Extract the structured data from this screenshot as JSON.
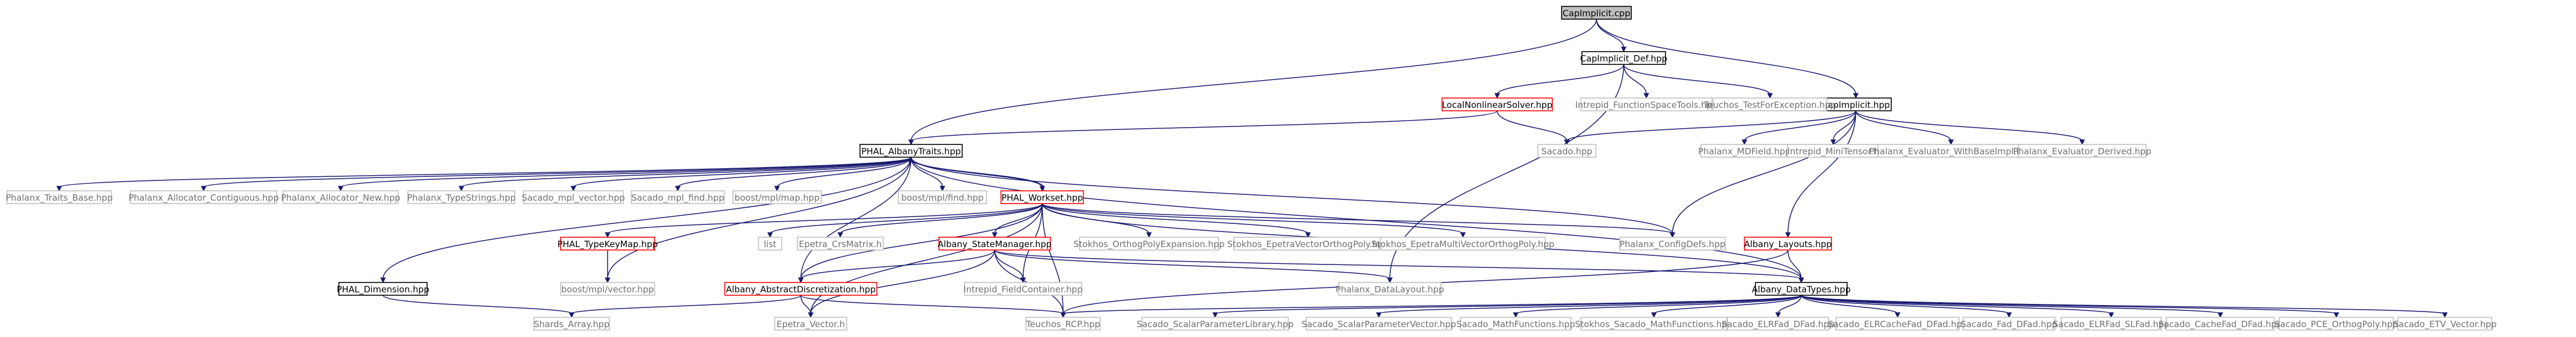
{
  "colors": {
    "edge": "#191970",
    "root_fill": "#bfbfbf",
    "root_border": "#000000",
    "documented_border": "#000000",
    "truncated_border": "#ff0000",
    "external_border": "#bfbfbf",
    "text": "#000000",
    "external_text": "#707070"
  },
  "nodes": {
    "capimplicit_cpp": {
      "label": "CapImplicit.cpp",
      "kind": "root"
    },
    "capimplicit_def_hpp": {
      "label": "CapImplicit_Def.hpp",
      "kind": "documented"
    },
    "capimplicit_hpp": {
      "label": "CapImplicit.hpp",
      "kind": "documented"
    },
    "localnonlinearsolver_hpp": {
      "label": "LocalNonlinearSolver.hpp",
      "kind": "truncated"
    },
    "intrepid_functionspacetools_hpp": {
      "label": "Intrepid_FunctionSpaceTools.hpp",
      "kind": "external"
    },
    "teuchos_testforexception_hpp": {
      "label": "Teuchos_TestForException.hpp",
      "kind": "external"
    },
    "phal_albanytraits_hpp": {
      "label": "PHAL_AlbanyTraits.hpp",
      "kind": "documented"
    },
    "sacado_hpp": {
      "label": "Sacado.hpp",
      "kind": "external"
    },
    "phalanx_mdfield_hpp": {
      "label": "Phalanx_MDField.hpp",
      "kind": "external"
    },
    "intrepid_minitensor_h": {
      "label": "Intrepid_MiniTensor.h",
      "kind": "external"
    },
    "phalanx_evaluator_withbaseimpl_hpp": {
      "label": "Phalanx_Evaluator_WithBaseImpl.hpp",
      "kind": "external"
    },
    "phalanx_evaluator_derived_hpp": {
      "label": "Phalanx_Evaluator_Derived.hpp",
      "kind": "external"
    },
    "phalanx_traits_base_hpp": {
      "label": "Phalanx_Traits_Base.hpp",
      "kind": "external"
    },
    "phalanx_allocator_contiguous_hpp": {
      "label": "Phalanx_Allocator_Contiguous.hpp",
      "kind": "external"
    },
    "phalanx_allocator_new_hpp": {
      "label": "Phalanx_Allocator_New.hpp",
      "kind": "external"
    },
    "phalanx_typestrings_hpp": {
      "label": "Phalanx_TypeStrings.hpp",
      "kind": "external"
    },
    "sacado_mpl_vector_hpp": {
      "label": "Sacado_mpl_vector.hpp",
      "kind": "external"
    },
    "sacado_mpl_find_hpp": {
      "label": "Sacado_mpl_find.hpp",
      "kind": "external"
    },
    "boost_mpl_map_hpp": {
      "label": "boost/mpl/map.hpp",
      "kind": "external"
    },
    "boost_mpl_find_hpp": {
      "label": "boost/mpl/find.hpp",
      "kind": "external"
    },
    "phal_workset_hpp": {
      "label": "PHAL_Workset.hpp",
      "kind": "truncated"
    },
    "phalanx_configdefs_hpp": {
      "label": "Phalanx_ConfigDefs.hpp",
      "kind": "external"
    },
    "albany_layouts_hpp": {
      "label": "Albany_Layouts.hpp",
      "kind": "truncated"
    },
    "phal_typekeymap_hpp": {
      "label": "PHAL_TypeKeyMap.hpp",
      "kind": "truncated"
    },
    "list": {
      "label": "list",
      "kind": "external"
    },
    "epetra_crsmatrix_h": {
      "label": "Epetra_CrsMatrix.h",
      "kind": "external"
    },
    "albany_statemanager_hpp": {
      "label": "Albany_StateManager.hpp",
      "kind": "truncated"
    },
    "stokhos_orthogpolyexpansion_hpp": {
      "label": "Stokhos_OrthogPolyExpansion.hpp",
      "kind": "external"
    },
    "stokhos_epetravectororthogpoly_hpp": {
      "label": "Stokhos_EpetraVectorOrthogPoly.hpp",
      "kind": "external"
    },
    "stokhos_epetramultivectororthogpoly_hpp": {
      "label": "Stokhos_EpetraMultiVectorOrthogPoly.hpp",
      "kind": "external"
    },
    "boost_mpl_vector_hpp": {
      "label": "boost/mpl/vector.hpp",
      "kind": "external"
    },
    "phal_dimension_hpp": {
      "label": "PHAL_Dimension.hpp",
      "kind": "documented"
    },
    "albany_abstractdiscretization_hpp": {
      "label": "Albany_AbstractDiscretization.hpp",
      "kind": "truncated"
    },
    "intrepid_fieldcontainer_hpp": {
      "label": "Intrepid_FieldContainer.hpp",
      "kind": "external"
    },
    "phalanx_datalayout_hpp": {
      "label": "Phalanx_DataLayout.hpp",
      "kind": "external"
    },
    "albany_datatypes_hpp": {
      "label": "Albany_DataTypes.hpp",
      "kind": "documented"
    },
    "shards_array_hpp": {
      "label": "Shards_Array.hpp",
      "kind": "external"
    },
    "epetra_vector_h": {
      "label": "Epetra_Vector.h",
      "kind": "external"
    },
    "teuchos_rcp_hpp": {
      "label": "Teuchos_RCP.hpp",
      "kind": "external"
    },
    "sacado_scalarparameterlibrary_hpp": {
      "label": "Sacado_ScalarParameterLibrary.hpp",
      "kind": "external"
    },
    "sacado_scalarparametervector_hpp": {
      "label": "Sacado_ScalarParameterVector.hpp",
      "kind": "external"
    },
    "sacado_mathfunctions_hpp": {
      "label": "Sacado_MathFunctions.hpp",
      "kind": "external"
    },
    "stokhos_sacado_mathfunctions_hpp": {
      "label": "Stokhos_Sacado_MathFunctions.hpp",
      "kind": "external"
    },
    "sacado_elrfad_dfad_hpp": {
      "label": "Sacado_ELRFad_DFad.hpp",
      "kind": "external"
    },
    "sacado_elrcachefad_dfad_hpp": {
      "label": "Sacado_ELRCacheFad_DFad.hpp",
      "kind": "external"
    },
    "sacado_fad_dfad_hpp": {
      "label": "Sacado_Fad_DFad.hpp",
      "kind": "external"
    },
    "sacado_elrfad_slfad_hpp": {
      "label": "Sacado_ELRFad_SLFad.hpp",
      "kind": "external"
    },
    "sacado_cachefad_dfad_hpp": {
      "label": "Sacado_CacheFad_DFad.hpp",
      "kind": "external"
    },
    "sacado_pce_orthogpoly_hpp": {
      "label": "Sacado_PCE_OrthogPoly.hpp",
      "kind": "external"
    },
    "sacado_etv_vector_hpp": {
      "label": "Sacado_ETV_Vector.hpp",
      "kind": "external"
    }
  },
  "edges": [
    [
      "capimplicit_cpp",
      "capimplicit_def_hpp"
    ],
    [
      "capimplicit_cpp",
      "capimplicit_hpp"
    ],
    [
      "capimplicit_cpp",
      "phal_albanytraits_hpp"
    ],
    [
      "capimplicit_def_hpp",
      "localnonlinearsolver_hpp"
    ],
    [
      "capimplicit_def_hpp",
      "intrepid_functionspacetools_hpp"
    ],
    [
      "capimplicit_def_hpp",
      "teuchos_testforexception_hpp"
    ],
    [
      "capimplicit_def_hpp",
      "phalanx_datalayout_hpp"
    ],
    [
      "localnonlinearsolver_hpp",
      "phal_albanytraits_hpp"
    ],
    [
      "localnonlinearsolver_hpp",
      "sacado_hpp"
    ],
    [
      "capimplicit_hpp",
      "sacado_hpp"
    ],
    [
      "capimplicit_hpp",
      "phalanx_mdfield_hpp"
    ],
    [
      "capimplicit_hpp",
      "intrepid_minitensor_h"
    ],
    [
      "capimplicit_hpp",
      "phalanx_evaluator_withbaseimpl_hpp"
    ],
    [
      "capimplicit_hpp",
      "phalanx_evaluator_derived_hpp"
    ],
    [
      "capimplicit_hpp",
      "albany_layouts_hpp"
    ],
    [
      "capimplicit_hpp",
      "phalanx_configdefs_hpp"
    ],
    [
      "phal_albanytraits_hpp",
      "phalanx_traits_base_hpp"
    ],
    [
      "phal_albanytraits_hpp",
      "phalanx_allocator_contiguous_hpp"
    ],
    [
      "phal_albanytraits_hpp",
      "phalanx_allocator_new_hpp"
    ],
    [
      "phal_albanytraits_hpp",
      "phalanx_typestrings_hpp"
    ],
    [
      "phal_albanytraits_hpp",
      "sacado_mpl_vector_hpp"
    ],
    [
      "phal_albanytraits_hpp",
      "sacado_mpl_find_hpp"
    ],
    [
      "phal_albanytraits_hpp",
      "boost_mpl_map_hpp"
    ],
    [
      "phal_albanytraits_hpp",
      "boost_mpl_find_hpp"
    ],
    [
      "phal_albanytraits_hpp",
      "phal_workset_hpp"
    ],
    [
      "phal_albanytraits_hpp",
      "phalanx_configdefs_hpp"
    ],
    [
      "phal_albanytraits_hpp",
      "phal_dimension_hpp"
    ],
    [
      "phal_albanytraits_hpp",
      "boost_mpl_vector_hpp"
    ],
    [
      "phal_albanytraits_hpp",
      "albany_datatypes_hpp"
    ],
    [
      "phal_albanytraits_hpp",
      "albany_abstractdiscretization_hpp"
    ],
    [
      "phal_workset_hpp",
      "phal_albanytraits_hpp"
    ],
    [
      "phal_workset_hpp",
      "phal_typekeymap_hpp"
    ],
    [
      "phal_workset_hpp",
      "list"
    ],
    [
      "phal_workset_hpp",
      "epetra_crsmatrix_h"
    ],
    [
      "phal_workset_hpp",
      "albany_statemanager_hpp"
    ],
    [
      "phal_workset_hpp",
      "stokhos_orthogpolyexpansion_hpp"
    ],
    [
      "phal_workset_hpp",
      "stokhos_epetravectororthogpoly_hpp"
    ],
    [
      "phal_workset_hpp",
      "stokhos_epetramultivectororthogpoly_hpp"
    ],
    [
      "phal_workset_hpp",
      "phalanx_configdefs_hpp"
    ],
    [
      "phal_workset_hpp",
      "albany_abstractdiscretization_hpp"
    ],
    [
      "phal_workset_hpp",
      "intrepid_fieldcontainer_hpp"
    ],
    [
      "phal_workset_hpp",
      "teuchos_rcp_hpp"
    ],
    [
      "phal_workset_hpp",
      "albany_datatypes_hpp"
    ],
    [
      "phal_workset_hpp",
      "epetra_vector_h"
    ],
    [
      "phal_typekeymap_hpp",
      "boost_mpl_vector_hpp"
    ],
    [
      "albany_statemanager_hpp",
      "albany_abstractdiscretization_hpp"
    ],
    [
      "albany_statemanager_hpp",
      "intrepid_fieldcontainer_hpp"
    ],
    [
      "albany_statemanager_hpp",
      "phalanx_datalayout_hpp"
    ],
    [
      "albany_statemanager_hpp",
      "teuchos_rcp_hpp"
    ],
    [
      "albany_statemanager_hpp",
      "epetra_vector_h"
    ],
    [
      "albany_statemanager_hpp",
      "albany_datatypes_hpp"
    ],
    [
      "albany_abstractdiscretization_hpp",
      "shards_array_hpp"
    ],
    [
      "albany_abstractdiscretization_hpp",
      "epetra_vector_h"
    ],
    [
      "albany_abstractdiscretization_hpp",
      "teuchos_rcp_hpp"
    ],
    [
      "phal_dimension_hpp",
      "shards_array_hpp"
    ],
    [
      "albany_layouts_hpp",
      "albany_datatypes_hpp"
    ],
    [
      "albany_layouts_hpp",
      "teuchos_rcp_hpp"
    ],
    [
      "albany_datatypes_hpp",
      "teuchos_rcp_hpp"
    ],
    [
      "albany_datatypes_hpp",
      "sacado_scalarparameterlibrary_hpp"
    ],
    [
      "albany_datatypes_hpp",
      "sacado_scalarparametervector_hpp"
    ],
    [
      "albany_datatypes_hpp",
      "sacado_mathfunctions_hpp"
    ],
    [
      "albany_datatypes_hpp",
      "stokhos_sacado_mathfunctions_hpp"
    ],
    [
      "albany_datatypes_hpp",
      "sacado_elrfad_dfad_hpp"
    ],
    [
      "albany_datatypes_hpp",
      "sacado_elrcachefad_dfad_hpp"
    ],
    [
      "albany_datatypes_hpp",
      "sacado_fad_dfad_hpp"
    ],
    [
      "albany_datatypes_hpp",
      "sacado_elrfad_slfad_hpp"
    ],
    [
      "albany_datatypes_hpp",
      "sacado_cachefad_dfad_hpp"
    ],
    [
      "albany_datatypes_hpp",
      "sacado_pce_orthogpoly_hpp"
    ],
    [
      "albany_datatypes_hpp",
      "sacado_etv_vector_hpp"
    ]
  ]
}
